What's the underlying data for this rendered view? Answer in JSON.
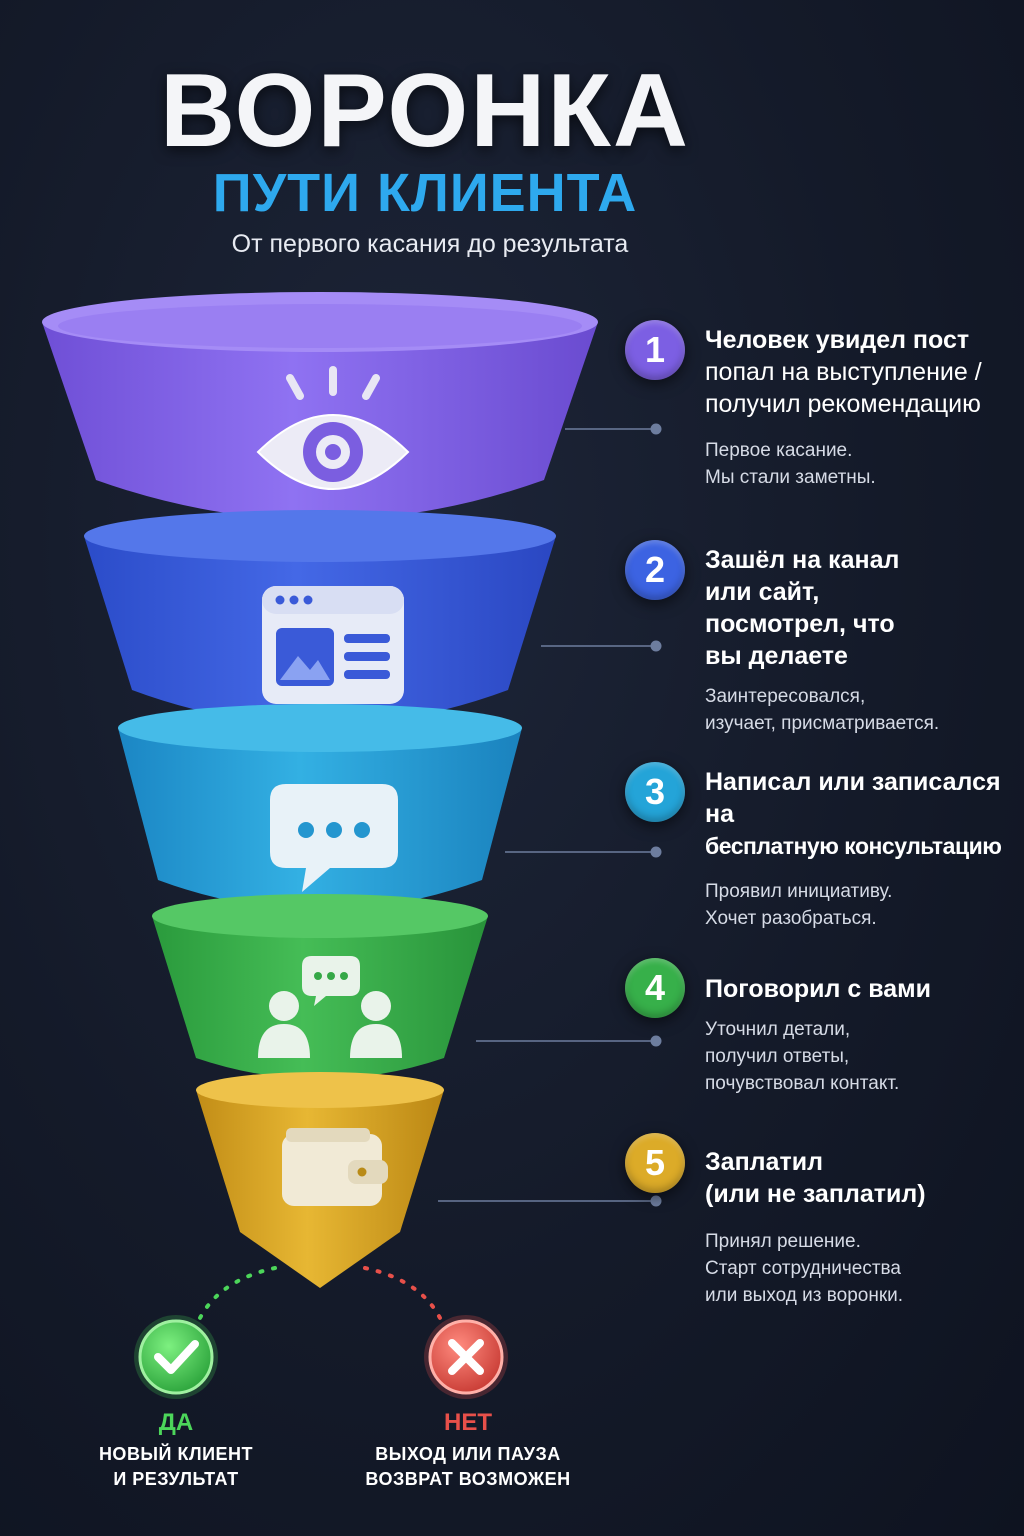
{
  "title": "ВОРОНКА",
  "subtitle": "ПУТИ КЛИЕНТА",
  "tagline": "От первого касания до результата",
  "colors": {
    "stage1": "#8d6ff0",
    "stage2": "#3f63e2",
    "stage3": "#2aa6dc",
    "stage4": "#3cb44f",
    "stage5": "#e0b02c",
    "yes": "#4cd65a",
    "no": "#e8504a",
    "subtitle": "#2ea9ee"
  },
  "steps": [
    {
      "number": "1",
      "icon": "eye-icon",
      "title_lead": "Человек увидел пост",
      "title_rest": "попал на выступление / получил рекомендацию",
      "desc_line1": "Первое касание.",
      "desc_line2": "Мы стали заметны.",
      "desc_line3": ""
    },
    {
      "number": "2",
      "icon": "website-icon",
      "title_lead": "Зашёл на канал или сайт,",
      "title_rest": "посмотрел, что вы делаете",
      "desc_line1": "Заинтересовался,",
      "desc_line2": "изучает, присматривается.",
      "desc_line3": ""
    },
    {
      "number": "3",
      "icon": "chat-bubble-icon",
      "title_lead": "Написал или записался на",
      "title_rest": "бесплатную консультацию",
      "desc_line1": "Проявил инициативу.",
      "desc_line2": "Хочет разобраться.",
      "desc_line3": ""
    },
    {
      "number": "4",
      "icon": "conversation-icon",
      "title_lead": "Поговорил с вами",
      "title_rest": "",
      "desc_line1": "Уточнил детали,",
      "desc_line2": "получил ответы,",
      "desc_line3": "почувствовал контакт."
    },
    {
      "number": "5",
      "icon": "wallet-icon",
      "title_lead": "Заплатил",
      "title_rest": "(или не заплатил)",
      "desc_line1": "Принял решение.",
      "desc_line2": "Старт сотрудничества",
      "desc_line3": "или выход из воронки."
    }
  ],
  "outcomes": {
    "yes": {
      "label": "ДА",
      "line1": "НОВЫЙ КЛИЕНТ",
      "line2": "И РЕЗУЛЬТАТ",
      "icon": "check-icon"
    },
    "no": {
      "label": "НЕТ",
      "line1": "ВЫХОД ИЛИ ПАУЗА",
      "line2": "ВОЗВРАТ ВОЗМОЖЕН",
      "icon": "close-icon"
    }
  }
}
